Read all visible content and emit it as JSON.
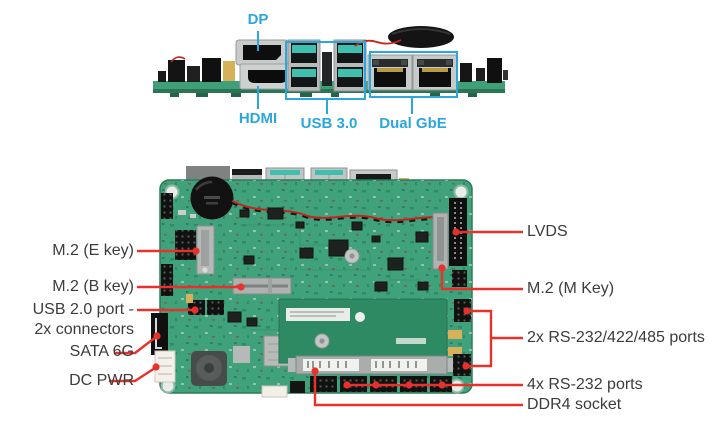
{
  "figure": {
    "type": "annotated-hardware-diagram",
    "colors": {
      "accent_cyan": "#2BA7DE",
      "annotation_red": "#E8312A",
      "label_text": "#3C3C3C",
      "pcb_green": "#40A27A",
      "pcb_edge_dark": "#2B7A58",
      "dimm_region_green": "#2E8A63",
      "connector_silver": "#C3C7C6",
      "component_black": "#141414",
      "usb_tongue_teal": "#3FBFAE",
      "background": "#FFFFFF"
    },
    "edge_view": {
      "labels": {
        "dp": "DP",
        "hdmi": "HDMI",
        "usb3": "USB 3.0",
        "gbe": "Dual GbE"
      }
    },
    "board_view": {
      "left_labels": {
        "m2_e": "M.2 (E key)",
        "m2_b": "M.2 (B key)",
        "usb2_line1": "USB 2.0 port -",
        "usb2_line2": "2x connectors",
        "sata": "SATA 6G",
        "dc_pwr": "DC PWR"
      },
      "right_labels": {
        "lvds": "LVDS",
        "m2_m": "M.2 (M Key)",
        "rs485": "2x RS-232/422/485 ports",
        "rs232": "4x RS-232 ports",
        "ddr4": "DDR4 socket"
      }
    }
  }
}
